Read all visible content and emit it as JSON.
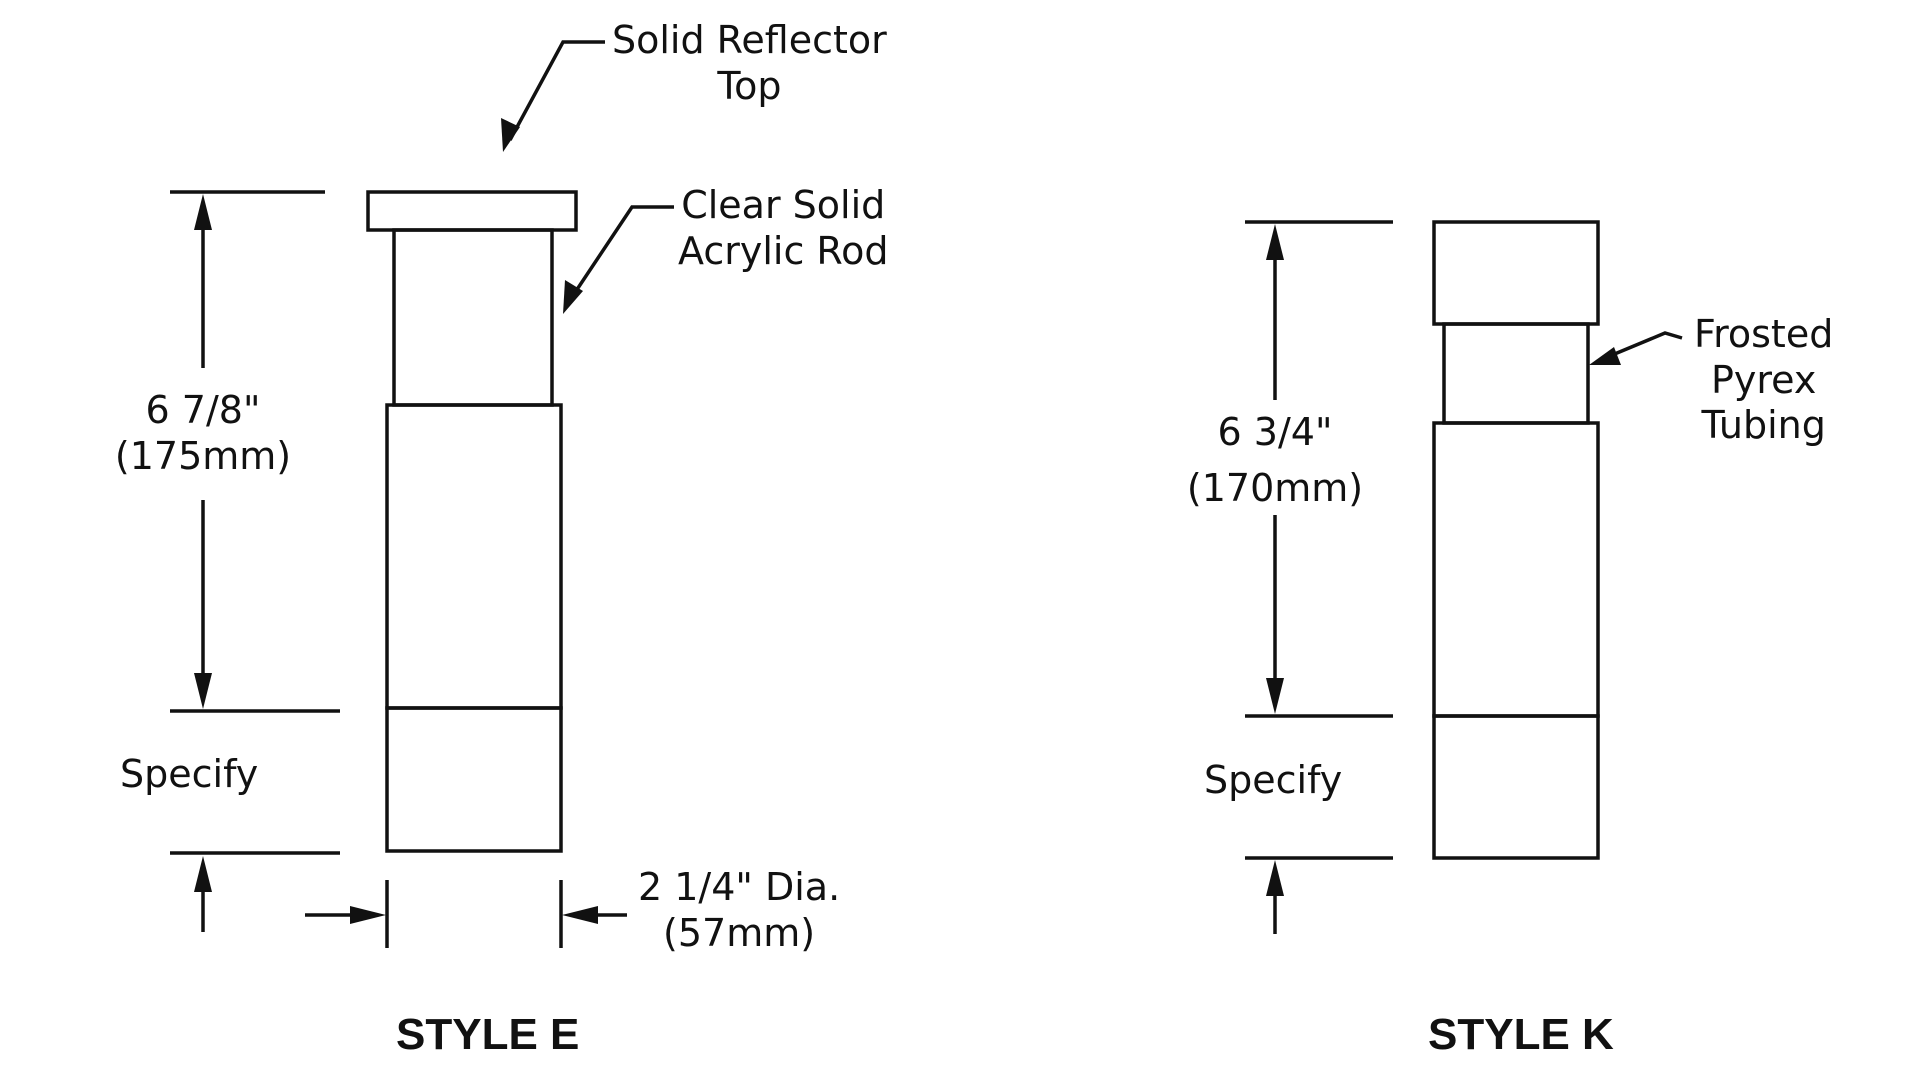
{
  "style_e": {
    "title": "STYLE E",
    "callout_top_line1": "Solid Reflector",
    "callout_top_line2": "Top",
    "callout_rod_line1": "Clear Solid",
    "callout_rod_line2": "Acrylic Rod",
    "height_in": "6 7/8\"",
    "height_mm": "(175mm)",
    "specify": "Specify",
    "dia_in": "2 1/4\" Dia.",
    "dia_mm": "(57mm)"
  },
  "style_k": {
    "title": "STYLE K",
    "callout_line1": "Frosted",
    "callout_line2": "Pyrex",
    "callout_line3": "Tubing",
    "height_in": "6 3/4\"",
    "height_mm": "(170mm)",
    "specify": "Specify"
  },
  "colors": {
    "line": "#111111",
    "background": "#ffffff"
  }
}
